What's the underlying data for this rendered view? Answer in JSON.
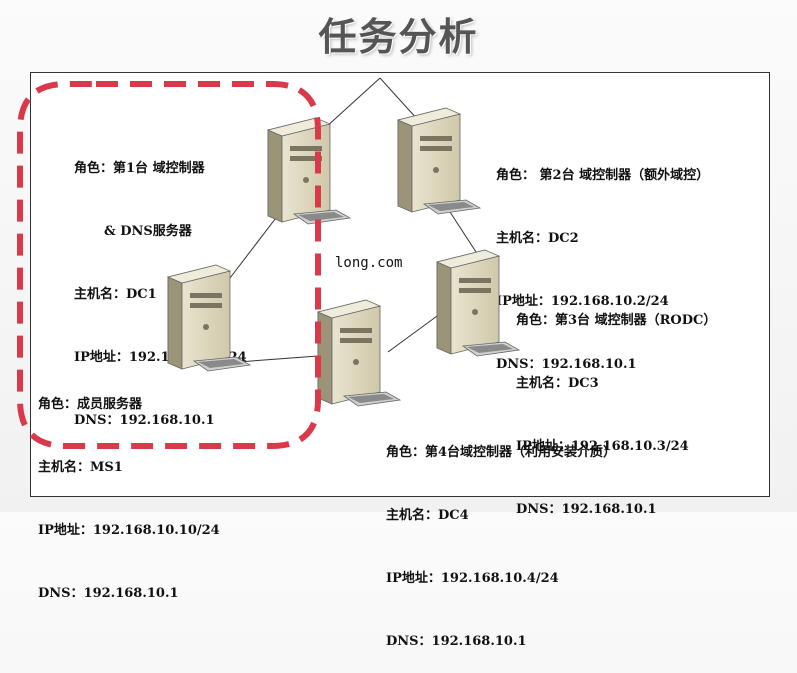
{
  "title": "任务分析",
  "domain": "long.com",
  "accent_color": "#d83a4a",
  "nodes": [
    {
      "id": "dc1",
      "lines": [
        "角色：第1台 域控制器",
        "& DNS服务器",
        "主机名：DC1",
        "IP地址：192.168.10.1/24",
        "DNS：192.168.10.1"
      ]
    },
    {
      "id": "dc2",
      "lines": [
        "角色： 第2台 域控制器（额外域控）",
        "主机名：DC2",
        "IP地址：192.168.10.2/24",
        "DNS：192.168.10.1"
      ]
    },
    {
      "id": "dc3",
      "lines": [
        "角色：第3台 域控制器（RODC）",
        "主机名：DC3",
        "IP地址：192.168.10.3/24",
        "DNS：192.168.10.1"
      ]
    },
    {
      "id": "dc4",
      "lines": [
        "角色：第4台域控制器（利用安装介质）",
        "主机名：DC4",
        "IP地址：192.168.10.4/24",
        "DNS：192.168.10.1"
      ]
    },
    {
      "id": "ms1",
      "lines": [
        "角色：成员服务器",
        "主机名：MS1",
        "IP地址：192.168.10.10/24",
        "DNS：192.168.10.1"
      ]
    }
  ]
}
